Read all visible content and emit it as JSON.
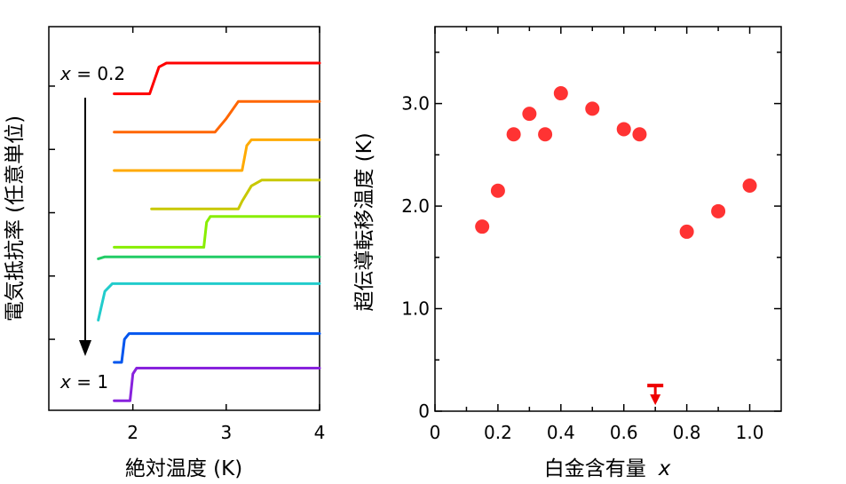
{
  "chart_data": [
    {
      "type": "line",
      "xlabel": "絶対温度 (K)",
      "ylabel": "電気抵抗率 (任意単位)",
      "xlim": [
        1.1,
        4.0
      ],
      "xticks": [
        "2",
        "3",
        "4"
      ],
      "xtick_values": [
        2,
        3,
        4
      ],
      "ylim": [
        0,
        1
      ],
      "yticks_unlabeled": [
        0.185,
        0.35,
        0.515,
        0.68,
        0.845
      ],
      "annotations": {
        "top": {
          "var": "x",
          "text": " = 0.2"
        },
        "bottom": {
          "var": "x",
          "text": " = 1"
        }
      },
      "series": [
        {
          "color": "#ff0000",
          "x": [
            1.8,
            2.18,
            2.28,
            2.36,
            4.0
          ],
          "y": [
            0.825,
            0.825,
            0.895,
            0.905,
            0.905
          ]
        },
        {
          "color": "#ff6600",
          "x": [
            1.8,
            2.88,
            3.0,
            3.13,
            4.0
          ],
          "y": [
            0.725,
            0.725,
            0.76,
            0.805,
            0.805
          ]
        },
        {
          "color": "#ffaa00",
          "x": [
            1.8,
            3.17,
            3.22,
            3.27,
            4.0
          ],
          "y": [
            0.625,
            0.625,
            0.69,
            0.705,
            0.705
          ]
        },
        {
          "color": "#c8c800",
          "x": [
            2.2,
            3.13,
            3.17,
            3.27,
            3.38,
            4.0
          ],
          "y": [
            0.525,
            0.525,
            0.545,
            0.585,
            0.6,
            0.6
          ]
        },
        {
          "color": "#88ee00",
          "x": [
            1.8,
            2.76,
            2.79,
            2.83,
            4.0
          ],
          "y": [
            0.425,
            0.425,
            0.49,
            0.505,
            0.505
          ]
        },
        {
          "color": "#22cc66",
          "x": [
            1.63,
            1.7,
            4.0
          ],
          "y": [
            0.395,
            0.4,
            0.4
          ]
        },
        {
          "color": "#22cccc",
          "x": [
            1.63,
            1.7,
            1.78,
            4.0
          ],
          "y": [
            0.235,
            0.31,
            0.33,
            0.33
          ]
        },
        {
          "color": "#0055ee",
          "x": [
            1.8,
            1.88,
            1.91,
            1.96,
            4.0
          ],
          "y": [
            0.125,
            0.125,
            0.185,
            0.2,
            0.2
          ]
        },
        {
          "color": "#8822dd",
          "x": [
            1.8,
            1.97,
            2.0,
            2.04,
            4.0
          ],
          "y": [
            0.025,
            0.025,
            0.095,
            0.11,
            0.11
          ]
        }
      ]
    },
    {
      "type": "scatter",
      "xlabel": "白金含有量",
      "xlabel_var": "x",
      "ylabel": "超伝導転移温度 (K)",
      "xlim": [
        0,
        1.1
      ],
      "ylim": [
        0,
        3.75
      ],
      "xticks": [
        "0",
        "0.2",
        "0.4",
        "0.6",
        "0.8",
        "1.0"
      ],
      "xtick_values": [
        0,
        0.2,
        0.4,
        0.6,
        0.8,
        1.0
      ],
      "yticks": [
        "0",
        "1.0",
        "2.0",
        "3.0"
      ],
      "ytick_values": [
        0,
        1.0,
        2.0,
        3.0
      ],
      "marker_color": "#ff3333",
      "x": [
        0.15,
        0.2,
        0.25,
        0.3,
        0.35,
        0.4,
        0.5,
        0.6,
        0.65,
        0.8,
        0.9,
        1.0
      ],
      "y": [
        1.8,
        2.15,
        2.7,
        2.9,
        2.7,
        3.1,
        2.95,
        2.75,
        2.7,
        1.75,
        1.95,
        2.2
      ],
      "upper_limit": {
        "x": 0.7,
        "y": 0.25,
        "color": "#ee0000"
      }
    }
  ]
}
